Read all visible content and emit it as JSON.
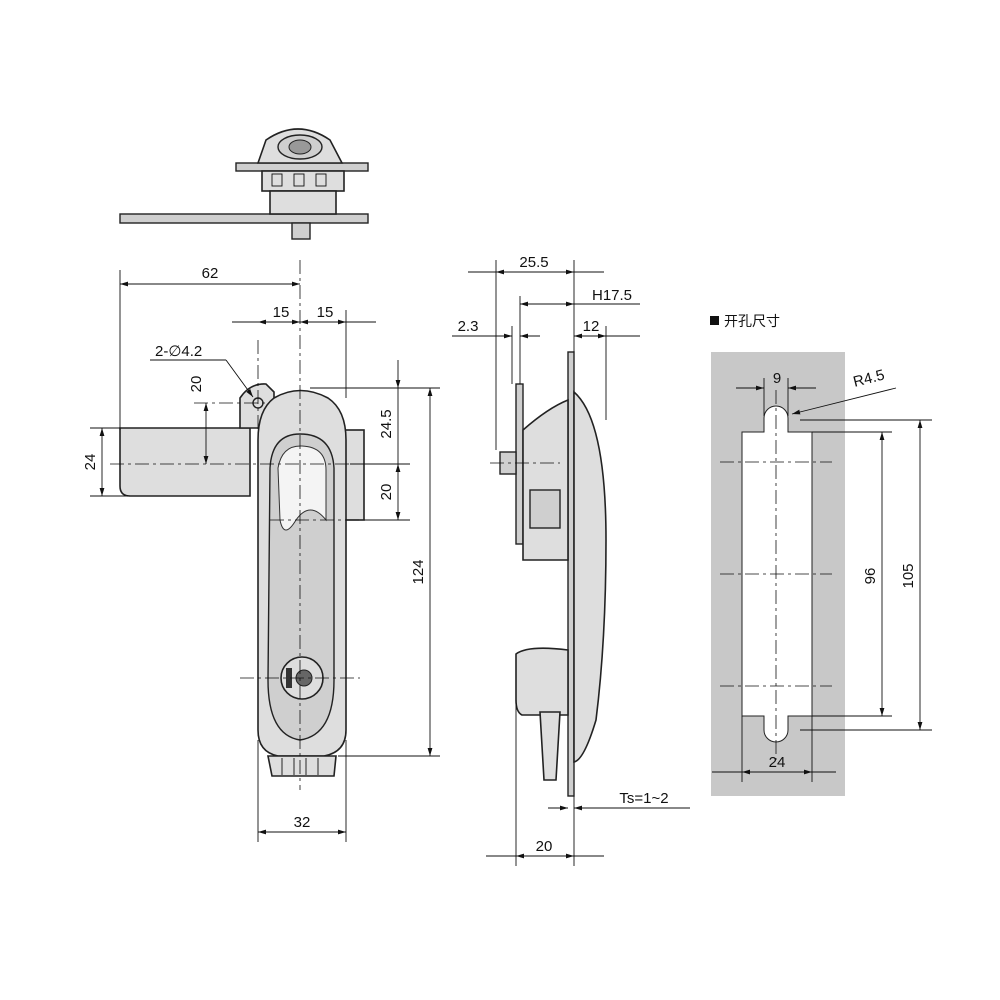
{
  "dimensions": {
    "front_width_62": "62",
    "front_half_left_15": "15",
    "front_half_right_15": "15",
    "hole_callout": "2-∅4.2",
    "hole_offset_20": "20",
    "plate_height_24": "24",
    "top_offset_24_5": "24.5",
    "mid_offset_20": "20",
    "height_124": "124",
    "bottom_width_32": "32",
    "side_depth_25_5": "25.5",
    "side_h_17_5": "H17.5",
    "side_2_3": "2.3",
    "side_12": "12",
    "panel_thickness": "Ts=1~2",
    "side_bottom_20": "20"
  },
  "cutout": {
    "title": "开孔尺寸",
    "notch_width": "9",
    "radius": "R4.5",
    "inner_height": "96",
    "outer_height": "105",
    "width": "24"
  },
  "colors": {
    "cutout_panel": "#c8c8c8",
    "part_fill": "#dedede",
    "line": "#111111"
  }
}
